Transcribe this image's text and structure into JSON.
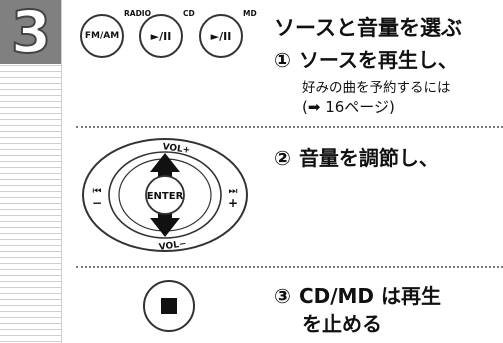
{
  "step": {
    "number": "3"
  },
  "section1": {
    "buttons": [
      {
        "label": "FM/AM",
        "tag": "RADIO"
      },
      {
        "label": "►/II",
        "tag": "CD"
      },
      {
        "label": "►/II",
        "tag": "MD"
      }
    ],
    "title": "ソースと音量を選ぶ",
    "item_num": "①",
    "item_text": "ソースを再生し、",
    "note_line1": "好みの曲を予約するには",
    "note_line2": "(➡ 16ページ)"
  },
  "section2": {
    "dial": {
      "vol_plus": "VOL+",
      "vol_minus": "VOL−",
      "center": "ENTER",
      "left_symbol": "⏮",
      "left_sign": "−",
      "right_symbol": "⏭",
      "right_sign": "+"
    },
    "item_num": "②",
    "item_text": "音量を調節し、"
  },
  "section3": {
    "stop_icon": "stop-icon",
    "item_num": "③",
    "item_text_line1": "CD/MD は再生",
    "item_text_line2": "を止める"
  }
}
